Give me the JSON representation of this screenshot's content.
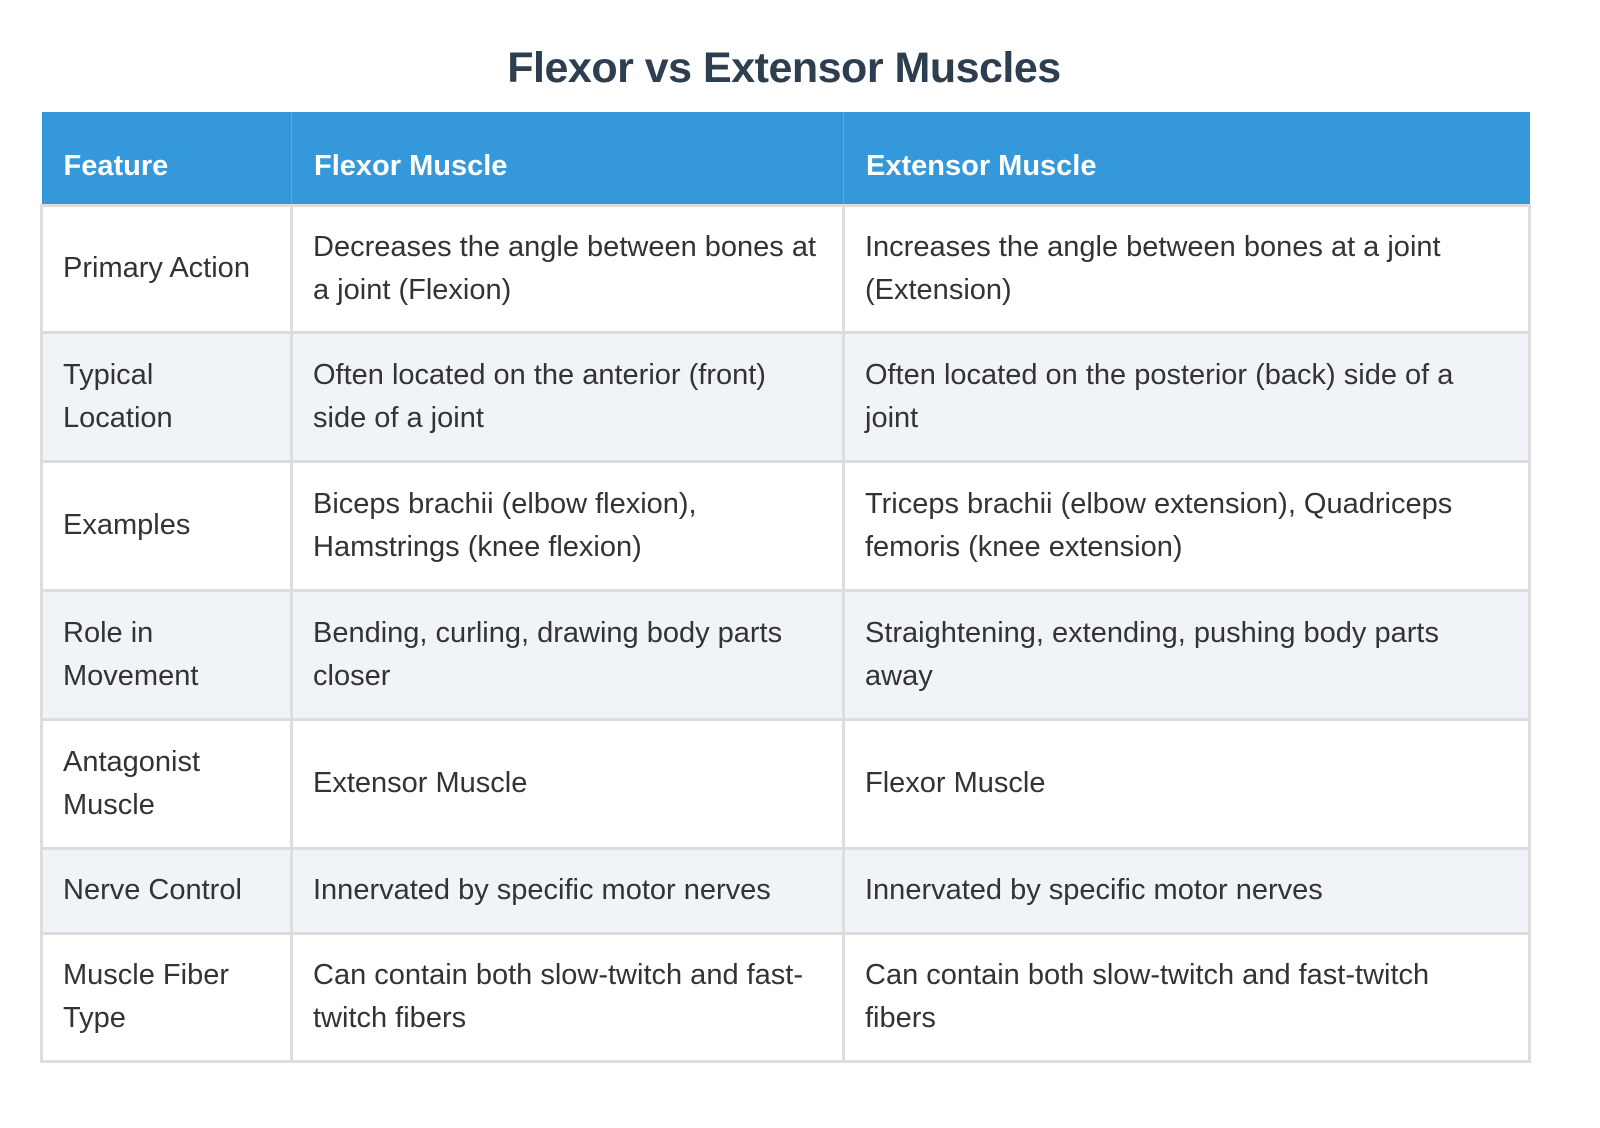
{
  "title": "Flexor vs Extensor Muscles",
  "table": {
    "headers": [
      "Feature",
      "Flexor Muscle",
      "Extensor Muscle"
    ],
    "rows": [
      {
        "feature": "Primary Action",
        "flexor": "Decreases the angle between bones at a joint (Flexion)",
        "extensor": "Increases the angle between bones at a joint (Extension)",
        "height": 127
      },
      {
        "feature": "Typical Location",
        "flexor": "Often located on the anterior (front) side of a joint",
        "extensor": "Often located on the posterior (back) side of a joint",
        "height": 129
      },
      {
        "feature": "Examples",
        "flexor": "Biceps brachii (elbow flexion), Hamstrings (knee flexion)",
        "extensor": "Triceps brachii (elbow extension), Quadriceps femoris (knee extension)",
        "height": 129
      },
      {
        "feature": "Role in Movement",
        "flexor": "Bending, curling, drawing body parts closer",
        "extensor": "Straightening, extending, pushing body parts away",
        "height": 129
      },
      {
        "feature": "Antagonist Muscle",
        "flexor": "Extensor Muscle",
        "extensor": "Flexor Muscle",
        "height": 129
      },
      {
        "feature": "Nerve Control",
        "flexor": "Innervated by specific motor nerves",
        "extensor": "Innervated by specific motor nerves",
        "height": 85
      },
      {
        "feature": "Muscle Fiber Type",
        "flexor": "Can contain both slow-twitch and fast-twitch fibers",
        "extensor": "Can contain both slow-twitch and fast-twitch fibers",
        "height": 128
      }
    ]
  },
  "colors": {
    "header_bg": "#3498db",
    "title": "#2c3e50",
    "alt_row": "#f0f4f9",
    "border": "#dddddd"
  }
}
